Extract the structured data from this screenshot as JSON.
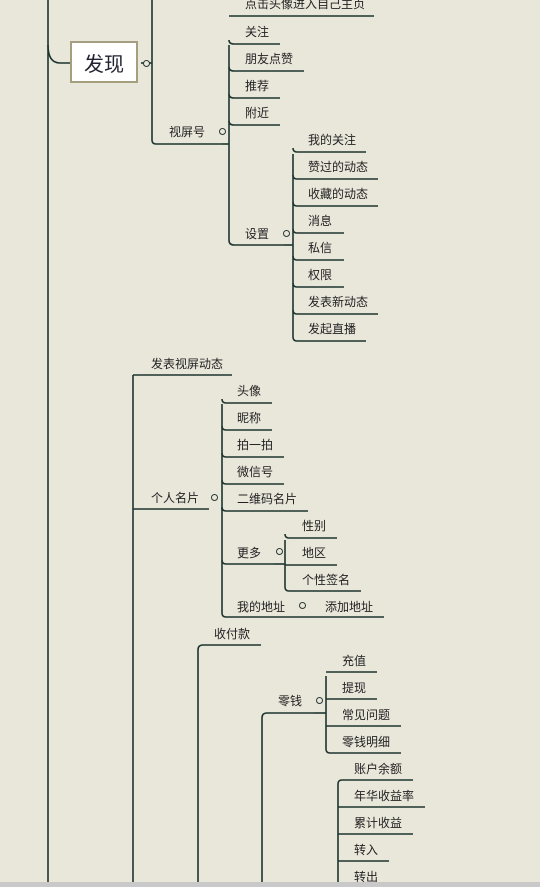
{
  "root": {
    "label": "发现"
  },
  "nodes": {
    "n_click_avatar": "点击头像进入自己主页",
    "n_follow": "关注",
    "n_friend_likes": "朋友点赞",
    "n_recommend": "推荐",
    "n_nearby": "附近",
    "n_channels": "视屏号",
    "n_my_follow": "我的关注",
    "n_liked": "赞过的动态",
    "n_favorited": "收藏的动态",
    "n_messages": "消息",
    "n_dm": "私信",
    "n_permissions": "权限",
    "n_post_new": "发表新动态",
    "n_start_live": "发起直播",
    "n_settings": "设置",
    "n_post_video": "发表视屏动态",
    "n_avatar": "头像",
    "n_nickname": "昵称",
    "n_pat": "拍一拍",
    "n_wechat_id": "微信号",
    "n_qr": "二维码名片",
    "n_gender": "性别",
    "n_region": "地区",
    "n_signature": "个性签名",
    "n_more": "更多",
    "n_my_address": "我的地址",
    "n_add_address": "添加地址",
    "n_profile_card": "个人名片",
    "n_receive_pay": "收付款",
    "n_topup": "充值",
    "n_withdraw": "提现",
    "n_faq": "常见问题",
    "n_change_detail": "零钱明细",
    "n_change": "零钱",
    "n_balance": "账户余额",
    "n_annual_yield": "年华收益率",
    "n_total_income": "累计收益",
    "n_transfer_in": "转入",
    "n_transfer_out": "转出"
  }
}
